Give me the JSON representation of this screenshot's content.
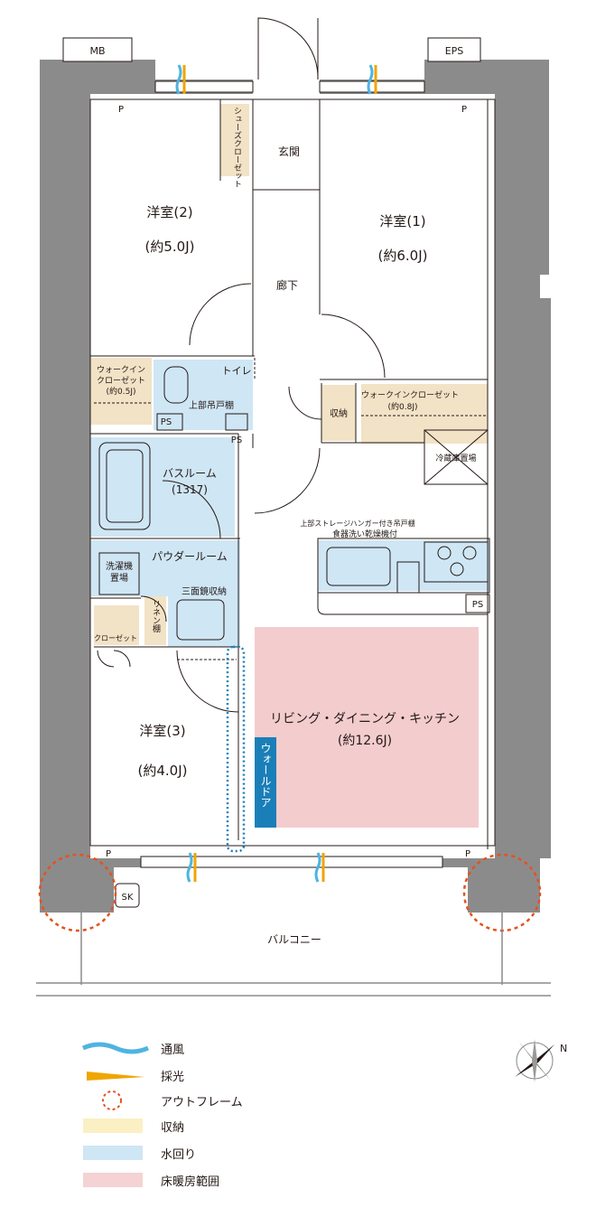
{
  "rooms": {
    "western2": {
      "name": "洋室(2)",
      "size": "(約5.0J)"
    },
    "western1": {
      "name": "洋室(1)",
      "size": "(約6.0J)"
    },
    "western3": {
      "name": "洋室(3)",
      "size": "(約4.0J)"
    },
    "ldk": {
      "name": "リビング・ダイニング・キッチン",
      "size": "(約12.6J)"
    },
    "entrance": "玄関",
    "hallway": "廊下",
    "shoe_closet": "シューズクローゼット",
    "wic_left": {
      "line1": "ウォークイン",
      "line2": "クローゼット",
      "line3": "(約0.5J)"
    },
    "wic_right": {
      "line1": "ウォークインクローゼット",
      "line2": "(約0.8J)"
    },
    "toilet": "トイレ",
    "toilet_shelf": "上部吊戸棚",
    "storage": "収納",
    "bathroom": {
      "name": "バスルーム",
      "size": "(1317)"
    },
    "powder_room": "パウダールーム",
    "washer": {
      "line1": "洗濯機",
      "line2": "置場"
    },
    "triple_mirror": "三面鏡収納",
    "linen": "リネン棚",
    "closet": "クローゼット",
    "fridge": "冷蔵庫置場",
    "kitchen_note1": "上部ストレージハンガー付き吊戸棚",
    "kitchen_note2": "食器洗い乾燥機付",
    "wall_door": "ウォールドア",
    "balcony": "バルコニー"
  },
  "tags": {
    "mb": "MB",
    "eps": "EPS",
    "ps": "PS",
    "p": "P",
    "sk": "SK"
  },
  "legend": [
    {
      "label": "通風",
      "color": "#4fb4e0"
    },
    {
      "label": "採光",
      "color": "#f0a500"
    },
    {
      "label": "アウトフレーム",
      "color": "#e2531e"
    },
    {
      "label": "収納",
      "color": "#fbf0c3"
    },
    {
      "label": "水回り",
      "color": "#cfe6f5"
    },
    {
      "label": "床暖房範囲",
      "color": "#f5d2d3"
    }
  ],
  "colors": {
    "wall": "#8c8b8b",
    "storage": "#f2e2c6",
    "water": "#cfe6f5",
    "floor_heating": "#f3ccce",
    "wall_door_label": "#1a7fb8",
    "outframe": "#e2531e"
  },
  "compass": "N"
}
